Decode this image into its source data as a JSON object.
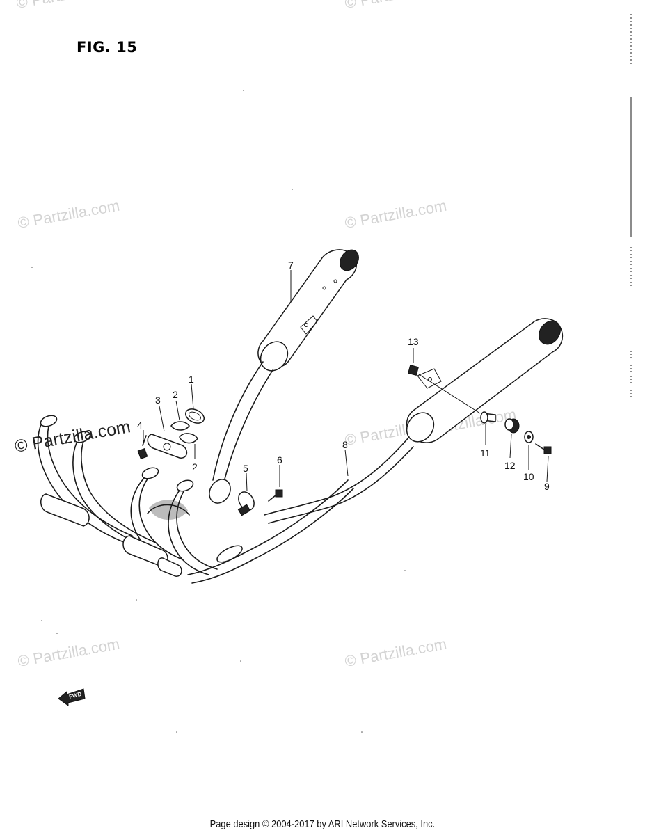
{
  "figure": {
    "title": "FIG. 15"
  },
  "watermarks": [
    "© Partzilla.com",
    "© Partzilla.com",
    "© Partzilla.com",
    "© Partzilla.com",
    "© Partzilla.com",
    "© Partzilla.com",
    "© Partzilla.com",
    "© Partzilla.com"
  ],
  "watermark_dark": "© Partzilla.com",
  "fwd_label": "FWD",
  "callouts": [
    "1",
    "2",
    "2",
    "3",
    "4",
    "5",
    "6",
    "7",
    "8",
    "9",
    "10",
    "11",
    "12",
    "13"
  ],
  "footer": {
    "text": "Page design © 2004-2017 by ARI Network Services, Inc."
  }
}
